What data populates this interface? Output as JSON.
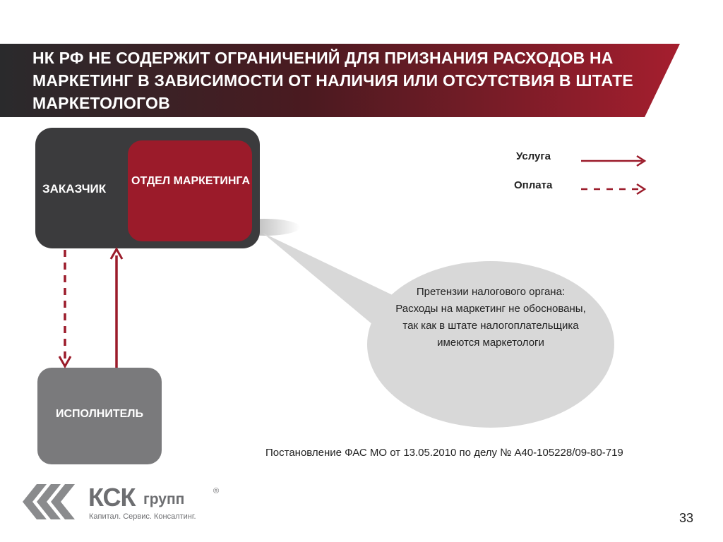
{
  "title": "НК РФ НЕ СОДЕРЖИТ ОГРАНИЧЕНИЙ ДЛЯ ПРИЗНАНИЯ РАСХОДОВ НА МАРКЕТИНГ В ЗАВИСИМОСТИ ОТ НАЛИЧИЯ ИЛИ ОТСУТСТВИЯ В ШТАТЕ МАРКЕТОЛОГОВ",
  "nodes": {
    "customer": "ЗАКАЗЧИК",
    "marketing_dept": "ОТДЕЛ МАРКЕТИНГА",
    "executor": "ИСПОЛНИТЕЛЬ"
  },
  "legend": {
    "service": "Услуга",
    "payment": "Оплата"
  },
  "bubble": "Претензии налогового органа: Расходы на маркетинг не обоснованы, так как в штате налогоплательщика имеются маркетологи",
  "footnote": "Постановление ФАС МО от 13.05.2010 по делу № А40-105228/09-80-719",
  "page_number": "33",
  "logo": {
    "name": "КСК",
    "suffix": "групп",
    "registered": "®",
    "tagline": "Капитал. Сервис. Консалтинг."
  },
  "colors": {
    "accent": "#9b1b2a",
    "dark_box": "#3b3b3d",
    "gray_box": "#7a7a7c",
    "bubble": "#d8d8d8"
  }
}
